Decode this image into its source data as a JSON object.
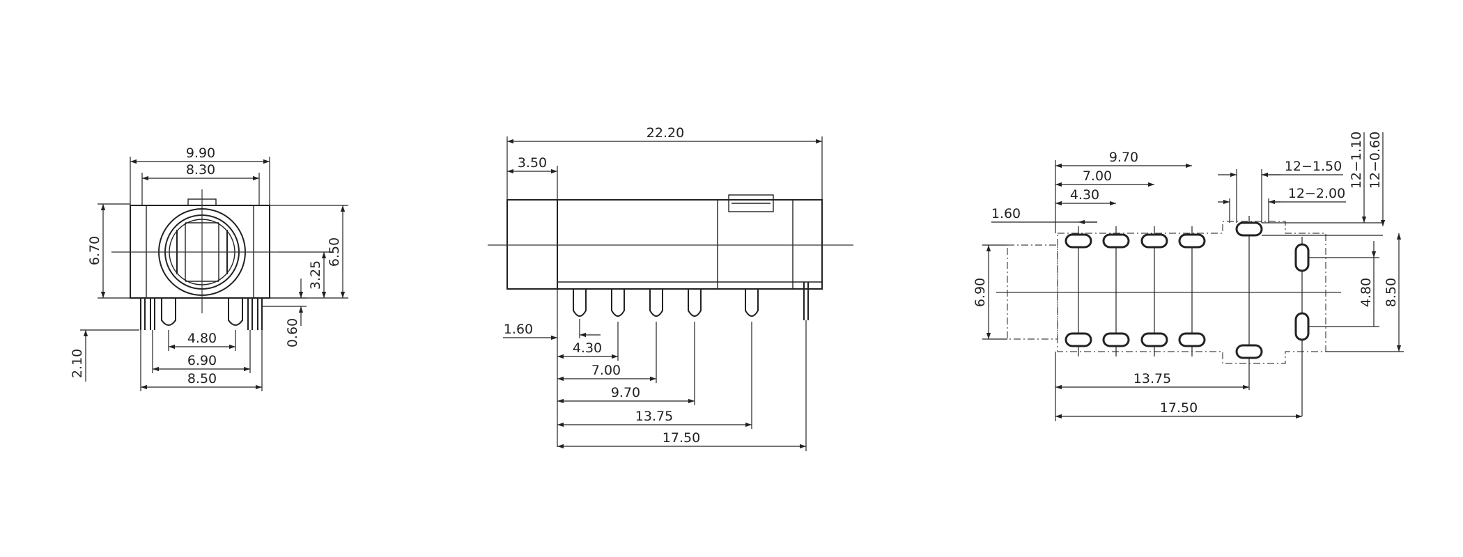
{
  "front_view": {
    "width_outer": "9.90",
    "width_inner": "8.30",
    "height_left": "6.70",
    "height_right": "6.50",
    "center_height": "3.25",
    "pin_span_inner": "4.80",
    "pin_span_mid": "6.90",
    "pin_span_outer": "8.50",
    "standoff": "0.60",
    "pin_length": "2.10"
  },
  "side_view": {
    "body_length": "22.20",
    "nose_length": "3.50",
    "first_pin": "1.60",
    "pin_2": "4.30",
    "pin_3": "7.00",
    "pin_4": "9.70",
    "pin_5": "13.75",
    "pin_6": "17.50"
  },
  "footprint": {
    "row_9_70": "9.70",
    "row_7_00": "7.00",
    "row_4_30": "4.30",
    "row_1_60": "1.60",
    "slot_1": "12−1.50",
    "slot_2": "12−2.00",
    "vert_1": "12−1.10",
    "vert_2": "12−0.60",
    "height_6_90": "6.90",
    "height_4_80": "4.80",
    "height_8_50": "8.50",
    "span_13_75": "13.75",
    "span_17_50": "17.50"
  }
}
